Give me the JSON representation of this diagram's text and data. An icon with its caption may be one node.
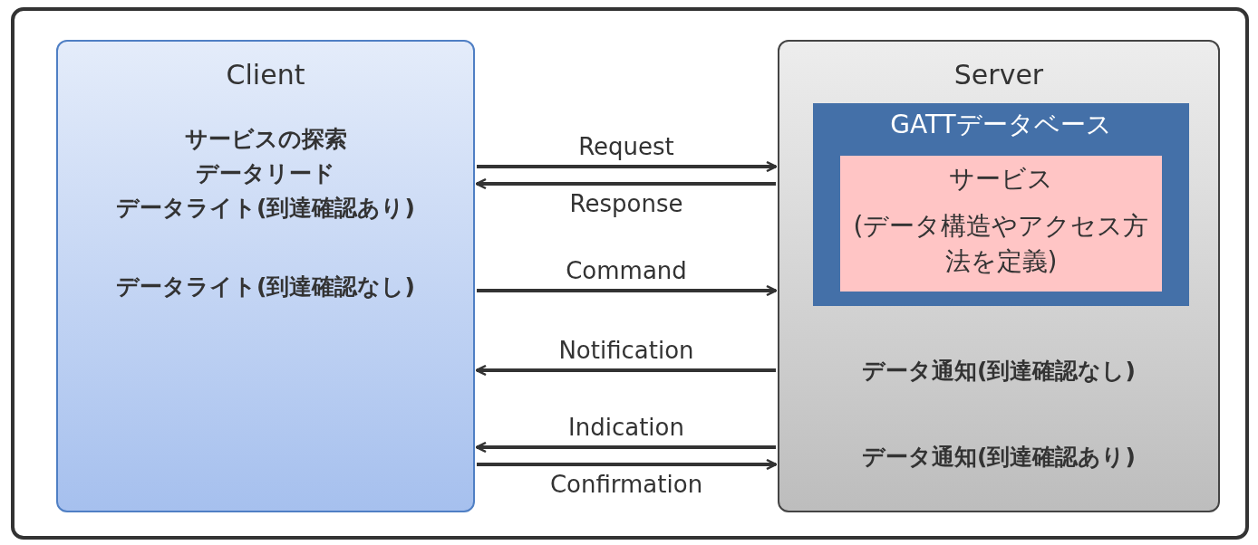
{
  "diagram": {
    "nodes": [
      {
        "text": [
          "Client",
          "サービスの探索",
          "データリード",
          "データライト(到達確認あり)",
          "データライト(到達確認なし)"
        ]
      },
      {
        "text": [
          "Server",
          "データ通知(到達確認なし)",
          "データ通知(到達確認あり)"
        ]
      },
      {
        "text": [
          "GATTデータベース"
        ],
        "in": 1
      },
      {
        "text": [
          "サービス",
          "(データ構造やアクセス方法を定義)"
        ],
        "in": 2
      }
    ],
    "edges": [
      {
        "from": 0,
        "to": 1,
        "arrow": "to",
        "label": "Request"
      },
      {
        "from": 1,
        "to": 0,
        "arrow": "to",
        "label": "Response"
      },
      {
        "from": 0,
        "to": 1,
        "arrow": "to",
        "label": "Command"
      },
      {
        "from": 1,
        "to": 0,
        "arrow": "to",
        "label": "Notification"
      },
      {
        "from": 1,
        "to": 0,
        "arrow": "to",
        "label": "Indication"
      },
      {
        "from": 0,
        "to": 1,
        "arrow": "to",
        "label": "Confirmation"
      }
    ]
  }
}
